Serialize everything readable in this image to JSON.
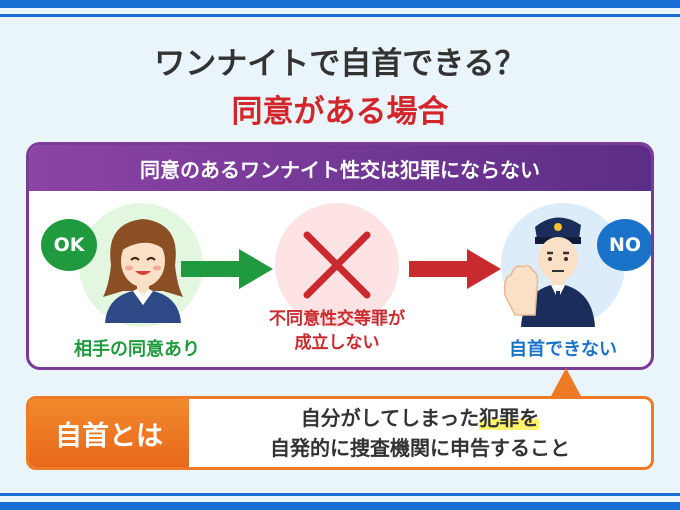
{
  "title": {
    "line1": "ワンナイトで自首できる？",
    "line2": "同意がある場合"
  },
  "panel": {
    "heading": "同意のあるワンナイト性交は犯罪にならない",
    "left": {
      "bubble": "OK",
      "caption": "相手の同意あり"
    },
    "middle": {
      "caption_line1": "不同意性交等罪が",
      "caption_line2": "成立しない"
    },
    "right": {
      "bubble": "NO",
      "caption": "自首できない"
    }
  },
  "definition": {
    "label": "自首とは",
    "line1_before": "自分がしてしまった",
    "line1_highlight": "犯罪を",
    "line2": "自発的に捜査機関に申告すること"
  },
  "colors": {
    "stripe": "#1a6fd6",
    "background": "#e9f4fb",
    "title_red": "#d2262b",
    "panel_purple": "#7a3a98",
    "ok_green": "#1f9a3e",
    "no_blue": "#1a73c8",
    "arrow_red": "#c92a2e",
    "orange": "#ee7a25"
  },
  "icons": {
    "woman": "smiling-woman-icon",
    "cross": "x-mark-icon",
    "police": "police-officer-icon"
  }
}
